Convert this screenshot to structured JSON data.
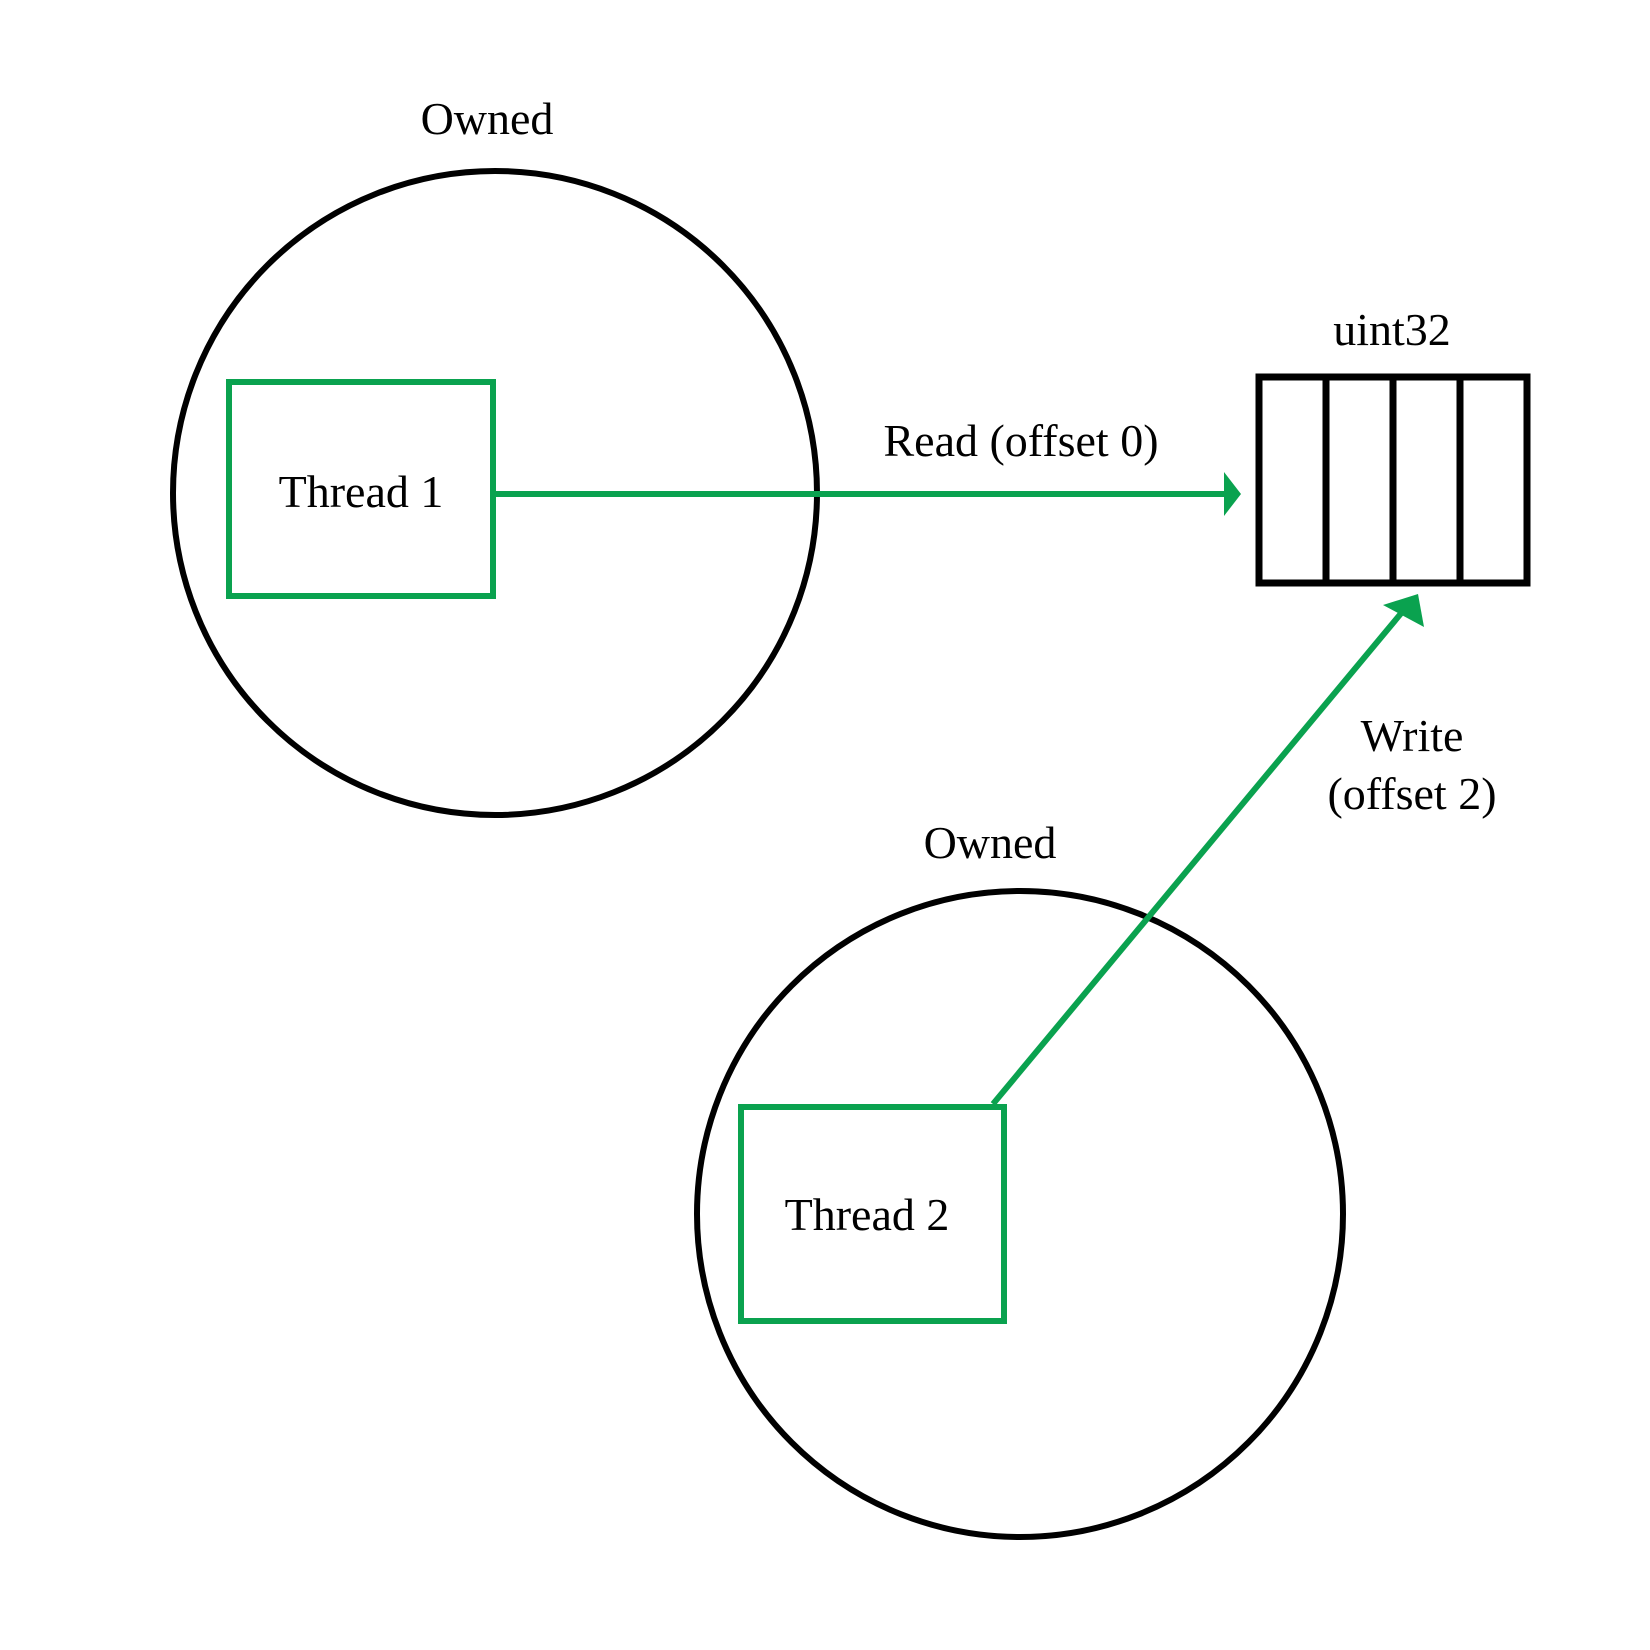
{
  "regions": [
    {
      "label": "Owned"
    },
    {
      "label": "Owned"
    }
  ],
  "threads": [
    {
      "label": "Thread 1"
    },
    {
      "label": "Thread 2"
    }
  ],
  "memory": {
    "label": "uint32",
    "cells": 4
  },
  "edges": {
    "read": {
      "label": "Read (offset 0)"
    },
    "write": {
      "label_line1": "Write",
      "label_line2": "(offset 2)"
    }
  },
  "colors": {
    "thread_accent": "#0aa24f",
    "outline": "#000000",
    "background": "#ffffff"
  }
}
